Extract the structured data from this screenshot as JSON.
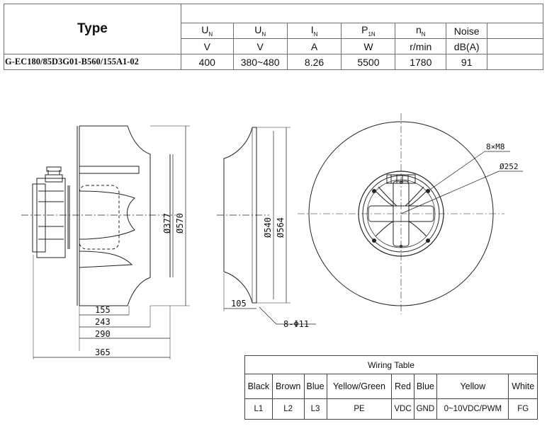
{
  "spec_table": {
    "type_label": "Type",
    "columns": [
      {
        "symbol": "U",
        "sub": "N",
        "unit": "V",
        "value": "400"
      },
      {
        "symbol": "U",
        "sub": "N",
        "unit": "V",
        "value": "380~480"
      },
      {
        "symbol": "I",
        "sub": "N",
        "unit": "A",
        "value": "8.26"
      },
      {
        "symbol": "P",
        "sub": "1N",
        "unit": "W",
        "value": "5500"
      },
      {
        "symbol": "n",
        "sub": "N",
        "unit": "r/min",
        "value": "1780"
      },
      {
        "symbol": "Noise",
        "sub": "",
        "unit": "dB(A)",
        "value": "91"
      }
    ],
    "model": "G-EC180/85D3G01-B560/155A1-02"
  },
  "dimensions": {
    "side_view": {
      "d_inner": "Ø377",
      "d_outer": "Ø570",
      "l1": "155",
      "l2": "243",
      "l3": "290",
      "l4": "365"
    },
    "profile_view": {
      "d_inner": "Ø540",
      "d_outer": "Ø564",
      "depth": "105",
      "holes": "8-Φ11"
    },
    "front_view": {
      "bolts": "8×M8",
      "pcd": "Ø252"
    }
  },
  "wiring_table": {
    "title": "Wiring Table",
    "colors": [
      "Black",
      "Brown",
      "Blue",
      "Yellow/Green",
      "Red",
      "Blue",
      "Yellow",
      "White"
    ],
    "terminals": [
      "L1",
      "L2",
      "L3",
      "PE",
      "VDC",
      "GND",
      "0~10VDC/PWM",
      "FG"
    ]
  }
}
